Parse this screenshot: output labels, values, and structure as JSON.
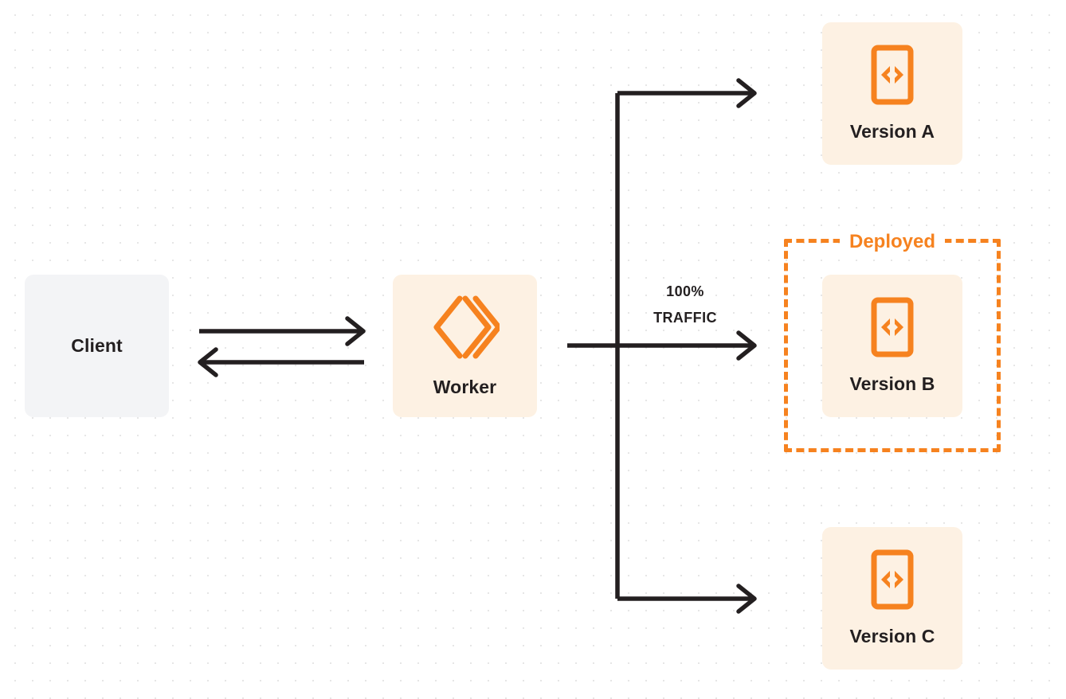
{
  "diagram": {
    "title": "Worker version traffic routing",
    "background": "#ffffff",
    "dot_grid_color": "#e6e6e6"
  },
  "colors": {
    "orange": "#f6821f",
    "card_cream": "#fdf1e3",
    "card_gray": "#f3f4f6",
    "ink": "#231f20"
  },
  "nodes": {
    "client": {
      "label": "Client",
      "icon": "none"
    },
    "worker": {
      "label": "Worker",
      "icon": "cloudflare-workers-logo-icon"
    },
    "versions": [
      {
        "label": "Version A",
        "icon": "code-brackets-icon"
      },
      {
        "label": "Version B",
        "icon": "code-brackets-icon"
      },
      {
        "label": "Version C",
        "icon": "code-brackets-icon"
      }
    ]
  },
  "group": {
    "deployed_label": "Deployed",
    "border_style": "dashed",
    "border_color": "#f6821f"
  },
  "traffic": {
    "percent": "100%",
    "unit": "TRAFFIC"
  },
  "connectors": {
    "client_to_worker": "request-arrow-right",
    "worker_to_client": "response-arrow-left",
    "worker_to_versions": "branching-arrows-right"
  }
}
